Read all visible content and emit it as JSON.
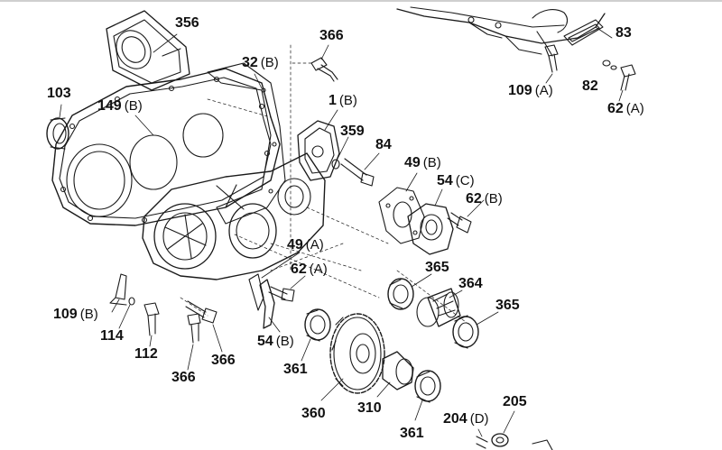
{
  "diagram": {
    "title": "",
    "part_labels": [
      {
        "id": "356",
        "number": "356",
        "suffix": ""
      },
      {
        "id": "366-top",
        "number": "366",
        "suffix": ""
      },
      {
        "id": "32-b",
        "number": "32",
        "suffix": "(B)"
      },
      {
        "id": "103",
        "number": "103",
        "suffix": ""
      },
      {
        "id": "149-b",
        "number": "149",
        "suffix": "(B)"
      },
      {
        "id": "1-b",
        "number": "1",
        "suffix": "(B)"
      },
      {
        "id": "359",
        "number": "359",
        "suffix": ""
      },
      {
        "id": "84",
        "number": "84",
        "suffix": ""
      },
      {
        "id": "49-b",
        "number": "49",
        "suffix": "(B)"
      },
      {
        "id": "54-c",
        "number": "54",
        "suffix": "(C)"
      },
      {
        "id": "62-b",
        "number": "62",
        "suffix": "(B)"
      },
      {
        "id": "49-a",
        "number": "49",
        "suffix": "(A)"
      },
      {
        "id": "62-a-mid",
        "number": "62",
        "suffix": "(A)"
      },
      {
        "id": "365-upper",
        "number": "365",
        "suffix": ""
      },
      {
        "id": "364",
        "number": "364",
        "suffix": ""
      },
      {
        "id": "365-lower",
        "number": "365",
        "suffix": ""
      },
      {
        "id": "109-b",
        "number": "109",
        "suffix": "(B)"
      },
      {
        "id": "114",
        "number": "114",
        "suffix": ""
      },
      {
        "id": "112",
        "number": "112",
        "suffix": ""
      },
      {
        "id": "366-left",
        "number": "366",
        "suffix": ""
      },
      {
        "id": "366-right",
        "number": "366",
        "suffix": ""
      },
      {
        "id": "54-b",
        "number": "54",
        "suffix": "(B)"
      },
      {
        "id": "361-upper",
        "number": "361",
        "suffix": ""
      },
      {
        "id": "360",
        "number": "360",
        "suffix": ""
      },
      {
        "id": "310",
        "number": "310",
        "suffix": ""
      },
      {
        "id": "361-lower",
        "number": "361",
        "suffix": ""
      },
      {
        "id": "204-d",
        "number": "204",
        "suffix": "(D)"
      },
      {
        "id": "205",
        "number": "205",
        "suffix": ""
      },
      {
        "id": "83",
        "number": "83",
        "suffix": ""
      },
      {
        "id": "109-a",
        "number": "109",
        "suffix": "(A)"
      },
      {
        "id": "82",
        "number": "82",
        "suffix": ""
      },
      {
        "id": "62-a-top",
        "number": "62",
        "suffix": "(A)"
      }
    ]
  }
}
